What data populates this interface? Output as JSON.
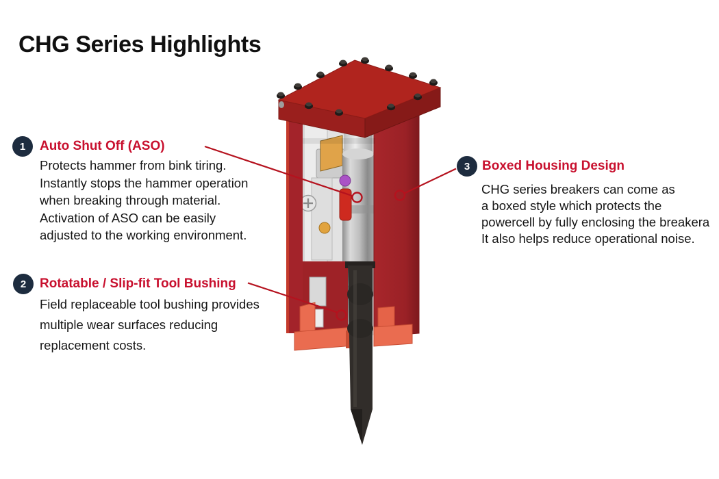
{
  "title": "CHG Series Highlights",
  "callouts": [
    {
      "number": "1",
      "title": "Auto Shut Off (ASO)",
      "body": "Protects hammer from bink tiring.\nInstantly stops the hammer operation\nwhen breaking through material.\nActivation of ASO can be easily\nadjusted to the working environment."
    },
    {
      "number": "2",
      "title": "Rotatable / Slip-fit Tool Bushing",
      "body": "Field replaceable tool bushing provides\nmultiple wear surfaces reducing\nreplacement costs."
    },
    {
      "number": "3",
      "title": "Boxed Housing Design",
      "body": "CHG series breakers can come as\na boxed style which protects the\npowercell by fully enclosing the breakera\nIt also helps reduce operational noise."
    }
  ],
  "illustration": {
    "name": "hydraulic-breaker-cutaway"
  },
  "colors": {
    "accent": "#C8102E",
    "line": "#B5121E",
    "badge": "#1D2C3F",
    "red_top": "#B0241E",
    "red_side_left": "#9A1F1D",
    "red_side_right": "#861A18",
    "red_column": "#9E2227",
    "red_edge": "#C43A2B",
    "salmon_foot": "#EA6C50",
    "salmon_dark": "#C74D33",
    "tool_dark": "#312D2A",
    "interior_gray": "#E2E2E2",
    "cavity_dark": "#45403C",
    "gold_part": "#E1A33E",
    "purple_part": "#AA52C6",
    "valve_red": "#CE2A1F",
    "seal_green": "#47714F"
  }
}
